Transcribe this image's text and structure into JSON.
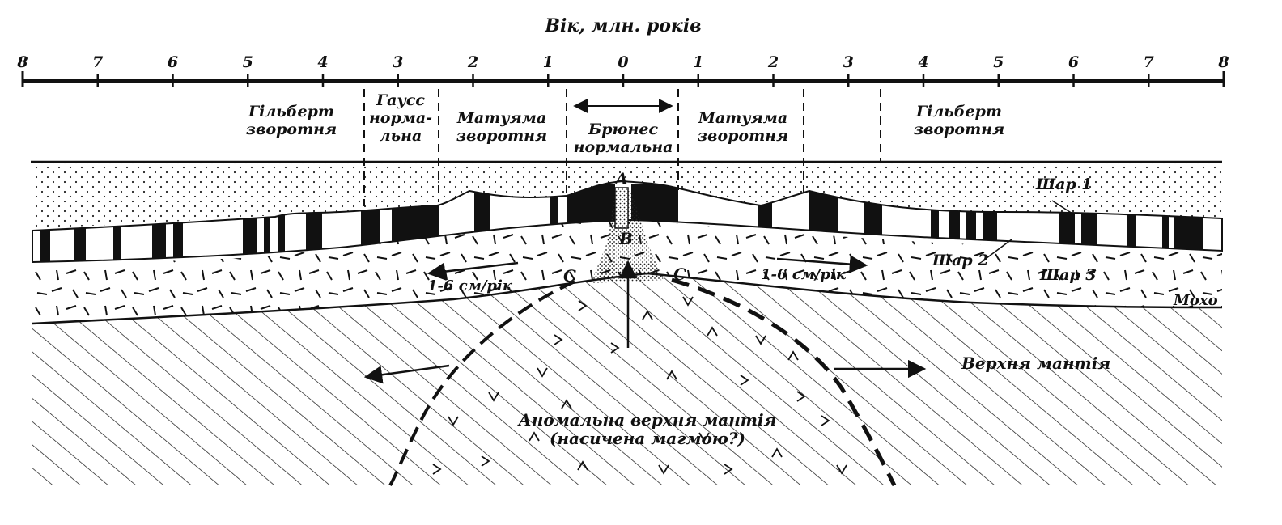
{
  "axis": {
    "title": "Вік, млн. років",
    "ticks": [
      "8",
      "7",
      "6",
      "5",
      "4",
      "3",
      "2",
      "1",
      "0",
      "1",
      "2",
      "3",
      "4",
      "5",
      "6",
      "7",
      "8"
    ]
  },
  "epochs": {
    "gilbert_left": [
      "Гільберт",
      "зворотня"
    ],
    "gauss": [
      "Гаусс",
      "нормa-",
      "льна"
    ],
    "matuyama_left": [
      "Матуяма",
      "зворотня"
    ],
    "brunhes": [
      "Брюнес",
      "нормальна"
    ],
    "matuyama_right": [
      "Матуяма",
      "зворотня"
    ],
    "gilbert_right": [
      "Гільберт",
      "зворотня"
    ]
  },
  "layers": {
    "layer1": "Шар 1",
    "layer2": "Шар 2",
    "layer3": "Шар 3",
    "moho": "Мохо",
    "upper_mantle": "Верхня мантія",
    "anomalous_mantle": [
      "Аномальна верхня мантія",
      "(насичена  магмою?)"
    ]
  },
  "points": {
    "a": "А",
    "b": "В",
    "c_left": "С",
    "c_right": "С"
  },
  "spreading": {
    "left": "1-6 см/рік",
    "right": "1-6 см/рік"
  },
  "colors": {
    "ink": "#111111",
    "paper": "#ffffff"
  }
}
